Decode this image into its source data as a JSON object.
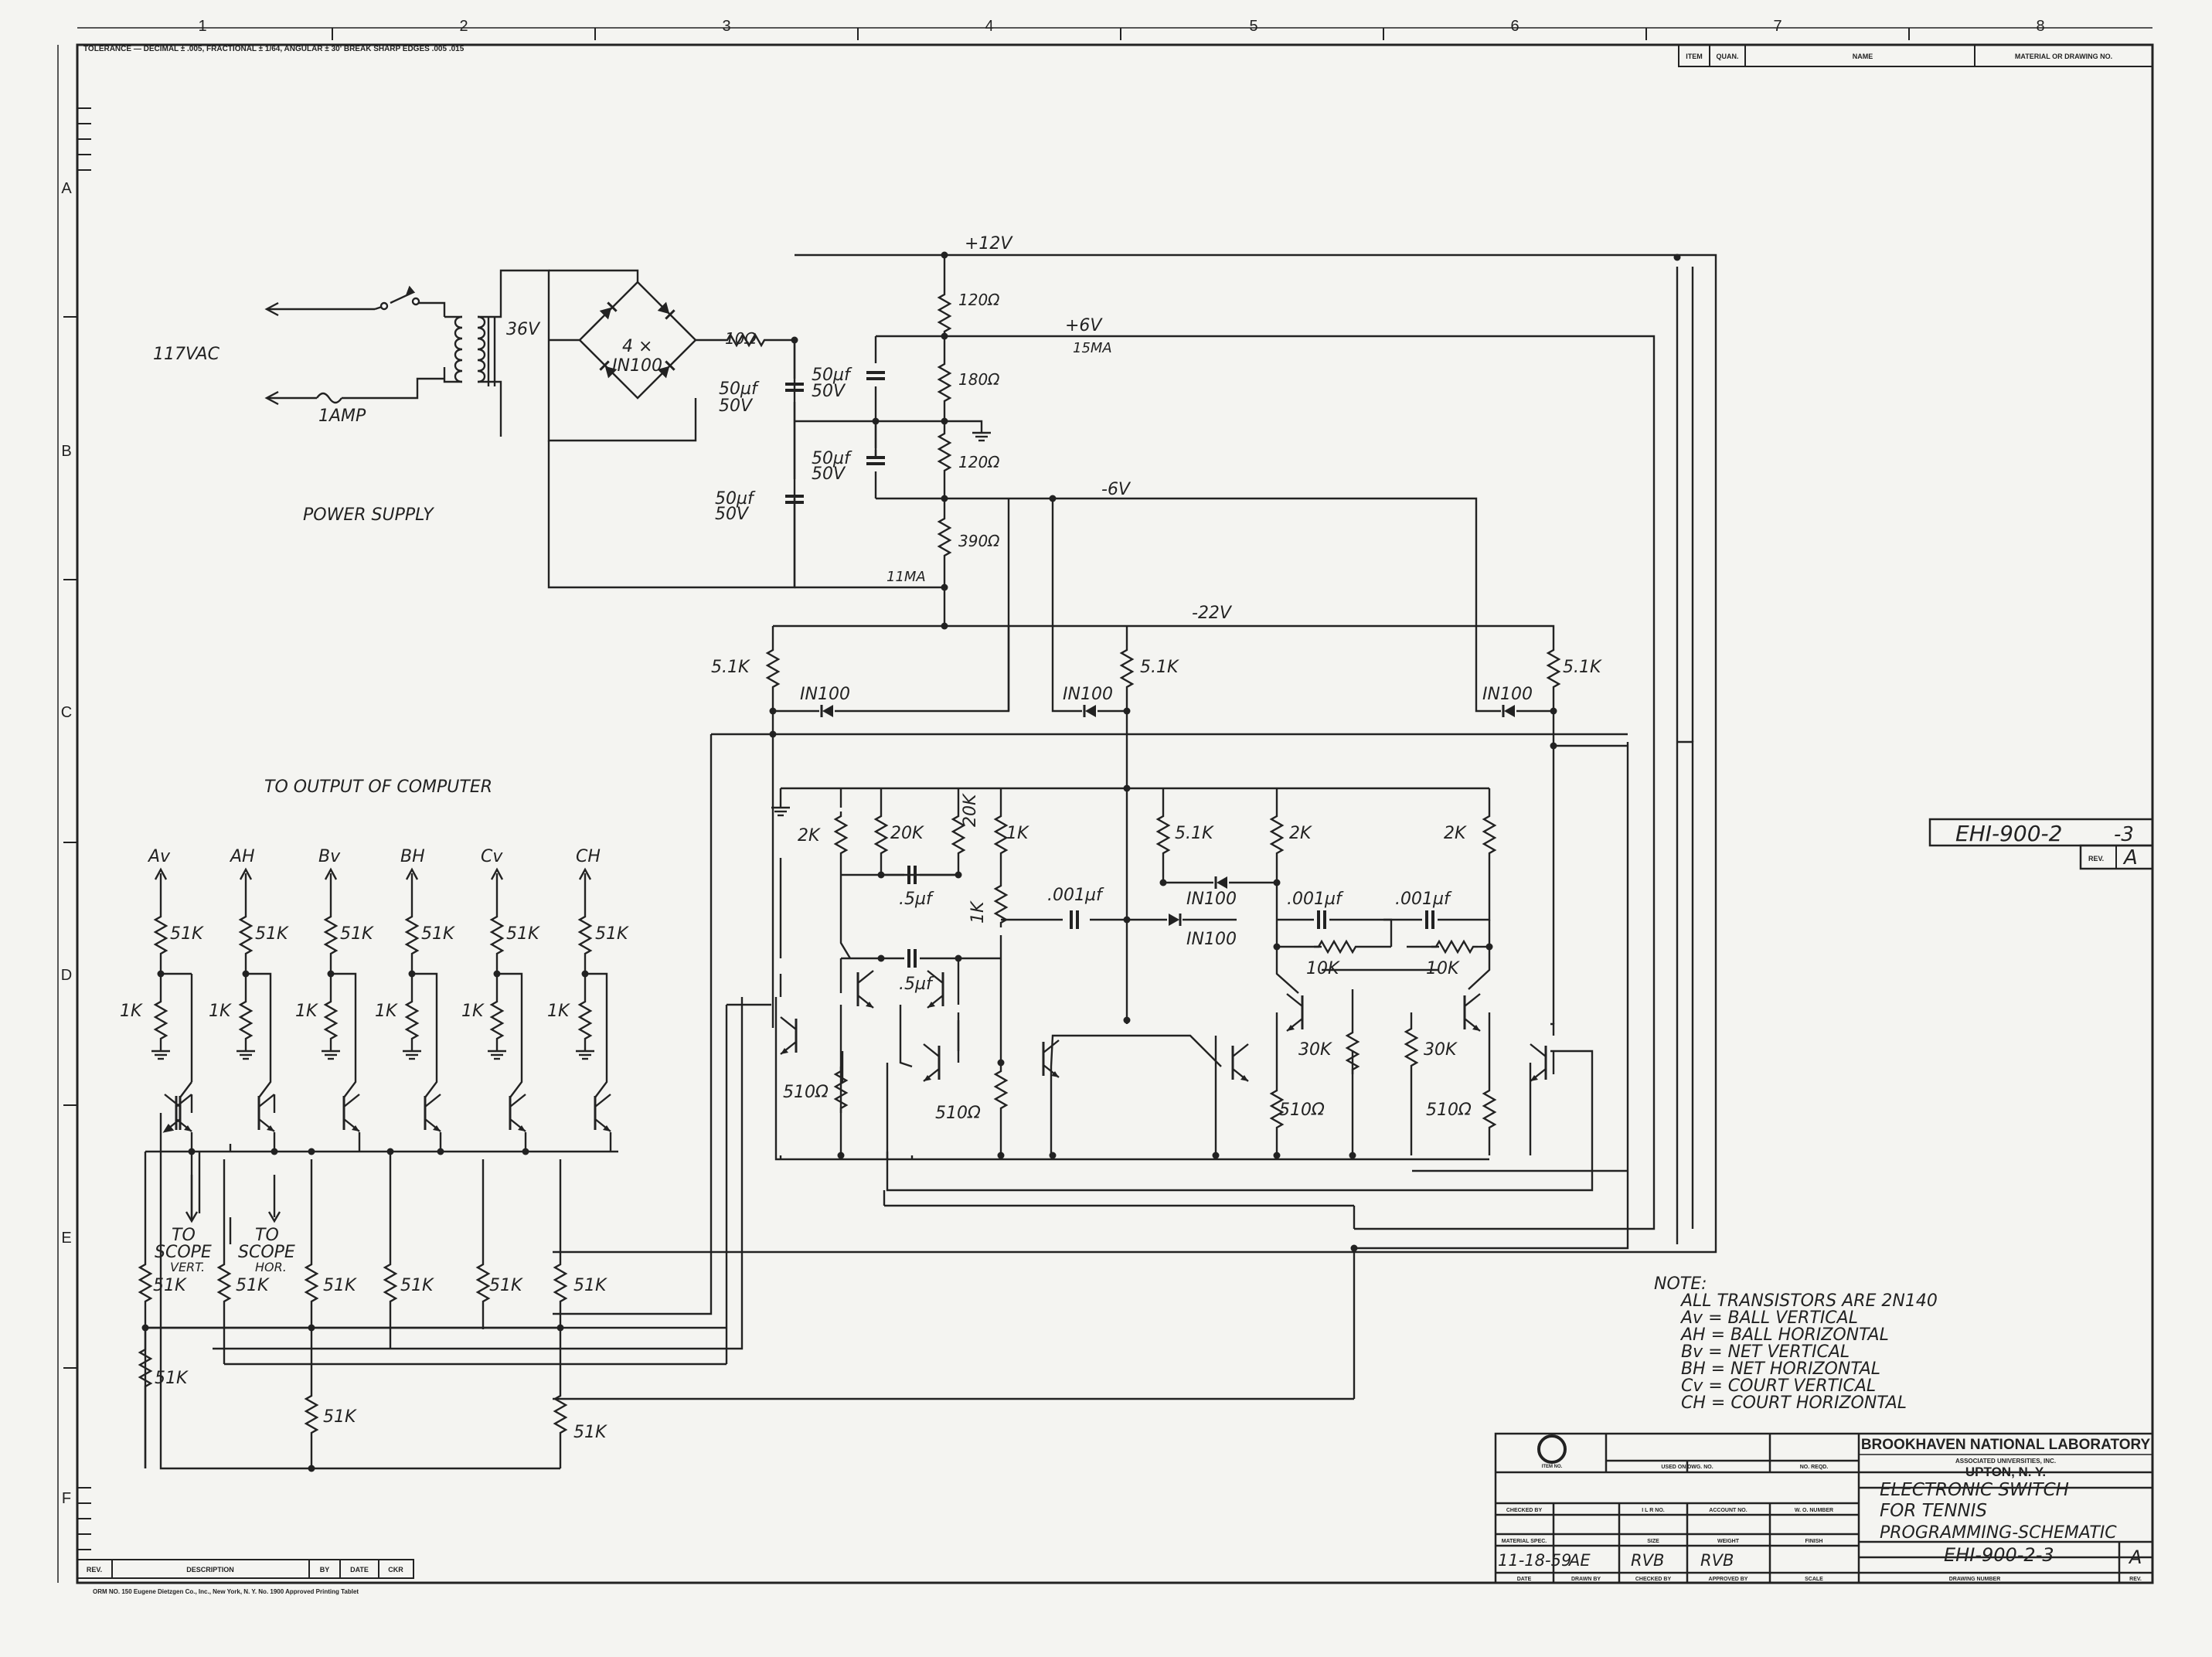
{
  "zones": {
    "top": [
      "1",
      "2",
      "3",
      "4",
      "5",
      "6",
      "7",
      "8"
    ],
    "left": [
      "A",
      "B",
      "C",
      "D",
      "E",
      "F"
    ]
  },
  "tolerance_note": "TOLERANCE — DECIMAL ± .005, FRACTIONAL ± 1/64, ANGULAR ± 30'     BREAK SHARP EDGES .005  .015",
  "parts_header": {
    "item": "ITEM",
    "quan": "QUAN.",
    "name": "NAME",
    "material": "MATERIAL OR DRAWING NO."
  },
  "side_tag": {
    "number": "EHI-900-2",
    "suffix": "-3",
    "rev_label": "REV.",
    "rev": "A"
  },
  "power_supply": {
    "title": "POWER SUPPLY",
    "ac": "117VAC",
    "fuse": "1AMP",
    "transformer": "36V",
    "bridge_count": "4 ×",
    "bridge_diode": "IN100",
    "series_res": "10Ω",
    "cap_label": "50µf",
    "cap_volt": "50V",
    "plus12": "+12V",
    "plus6": "+6V",
    "plus6_current": "15MA",
    "minus6": "-6V",
    "minus22": "-22V",
    "current_11": "11MA",
    "r120a": "120Ω",
    "r180": "180Ω",
    "r120b": "120Ω",
    "r390": "390Ω"
  },
  "computer": {
    "title": "TO OUTPUT OF COMPUTER",
    "inputs": [
      "Av",
      "AH",
      "Bv",
      "BH",
      "Cv",
      "CH"
    ],
    "r51k": "51K",
    "r1k": "1K",
    "scope_vert": [
      "TO",
      "SCOPE",
      "VERT."
    ],
    "scope_hor": [
      "TO",
      "SCOPE",
      "HOR."
    ]
  },
  "switch": {
    "r5k1": "5.1K",
    "diode": "IN100",
    "r2k": "2K",
    "r20k": "20K",
    "r1k": "1K",
    "c5": ".5µf",
    "c001": ".001µf",
    "r510": "510Ω",
    "r30k": "30K",
    "r10k": "10K"
  },
  "notes": {
    "title": "NOTE:",
    "lines": [
      "ALL TRANSISTORS ARE 2N140",
      "Av = BALL VERTICAL",
      "AH = BALL HORIZONTAL",
      "Bv = NET VERTICAL",
      "BH = NET HORIZONTAL",
      "Cv = COURT VERTICAL",
      "CH = COURT HORIZONTAL"
    ]
  },
  "title_block": {
    "lab": "BROOKHAVEN NATIONAL LABORATORY",
    "assoc": "ASSOCIATED UNIVERSITIES, INC.",
    "location": "UPTON, N. Y.",
    "title_lines": [
      "ELECTRONIC SWITCH",
      "FOR TENNIS",
      "PROGRAMMING-SCHEMATIC"
    ],
    "drawing_number": "EHI-900-2-3",
    "rev": "A",
    "item_no": "ITEM NO.",
    "used_on": "USED ON DWG. NO.",
    "no_reqd": "NO. REQD.",
    "checked_by": "CHECKED BY",
    "ilr_no": "I L R NO.",
    "account_no": "ACCOUNT NO.",
    "wo_number": "W. O. NUMBER",
    "material_spec": "MATERIAL SPEC.",
    "size": "SIZE",
    "weight": "WEIGHT",
    "finish": "FINISH",
    "date_val": "11-18-59",
    "drawn_val": "AE",
    "checked_val": "RVB",
    "approved_val": "RVB",
    "date": "DATE",
    "drawn_by": "DRAWN BY",
    "checked_by2": "CHECKED BY",
    "approved_by": "APPROVED BY",
    "scale": "SCALE",
    "drawing_number_label": "DRAWING NUMBER",
    "rev_label": "REV."
  },
  "revision_block": {
    "rev": "REV.",
    "description": "DESCRIPTION",
    "by": "BY",
    "date": "DATE",
    "ckr": "CKR"
  },
  "footer": "ORM NO. 150      Eugene Dietzgen Co., Inc., New York, N. Y.  No. 1900 Approved Printing Tablet"
}
